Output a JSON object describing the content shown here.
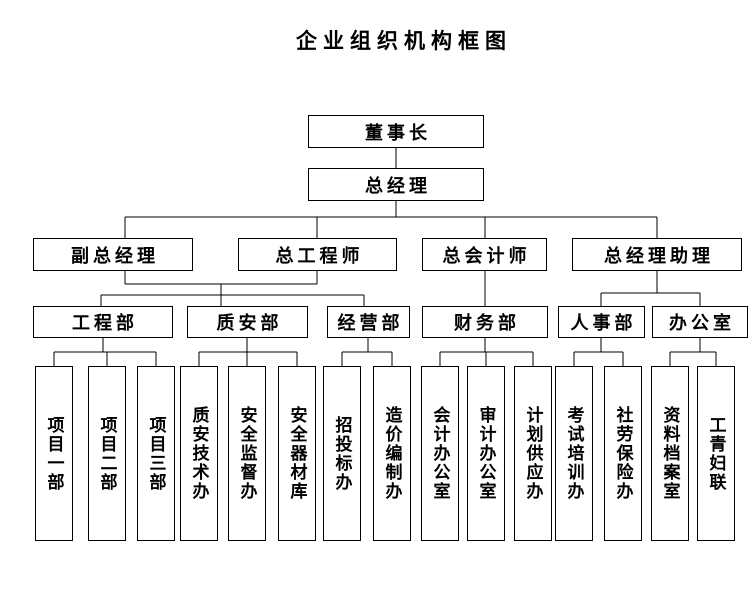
{
  "title": "企业组织机构框图",
  "colors": {
    "background": "#ffffff",
    "line": "#000000",
    "text": "#000000",
    "box_fill": "#ffffff"
  },
  "nodes": {
    "l1": [
      "董事长"
    ],
    "l2": [
      "总经理"
    ],
    "l3": [
      "副总经理",
      "总工程师",
      "总会计师",
      "总经理助理"
    ],
    "l4": [
      "工程部",
      "质安部",
      "经营部",
      "财务部",
      "人事部",
      "办公室"
    ],
    "l5": [
      "项目一部",
      "项目二部",
      "项目三部",
      "质安技术办",
      "安全监督办",
      "安全器材库",
      "招投标办",
      "造价编制办",
      "会计办公室",
      "审计办公室",
      "计划供应办",
      "考试培训办",
      "社劳保险办",
      "资料档案室",
      "工青妇联"
    ]
  },
  "edges": [
    {
      "from": "董事长",
      "to": [
        "总经理"
      ]
    },
    {
      "from": "总经理",
      "to": [
        "副总经理",
        "总工程师",
        "总会计师",
        "总经理助理"
      ]
    },
    {
      "from": "副总经理+总工程师",
      "to": [
        "工程部",
        "质安部",
        "经营部"
      ]
    },
    {
      "from": "总会计师",
      "to": [
        "财务部"
      ]
    },
    {
      "from": "总经理助理",
      "to": [
        "人事部",
        "办公室"
      ]
    },
    {
      "from": "工程部",
      "to": [
        "项目一部",
        "项目二部",
        "项目三部"
      ]
    },
    {
      "from": "质安部",
      "to": [
        "质安技术办",
        "安全监督办",
        "安全器材库"
      ]
    },
    {
      "from": "经营部",
      "to": [
        "招投标办",
        "造价编制办"
      ]
    },
    {
      "from": "财务部",
      "to": [
        "会计办公室",
        "审计办公室",
        "计划供应办"
      ]
    },
    {
      "from": "人事部",
      "to": [
        "考试培训办",
        "社劳保险办"
      ]
    },
    {
      "from": "办公室",
      "to": [
        "资料档案室",
        "工青妇联"
      ]
    }
  ]
}
